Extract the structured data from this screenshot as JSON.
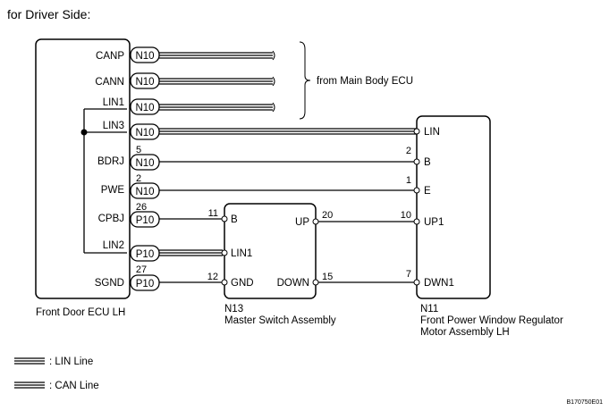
{
  "header": {
    "title": "for Driver Side:"
  },
  "ecu": {
    "name": "Front Door ECU LH",
    "pins": {
      "canp": "CANP",
      "cann": "CANN",
      "lin1": "LIN1",
      "lin3": "LIN3",
      "bdrj": "BDRJ",
      "pwe": "PWE",
      "cpbj": "CPBJ",
      "lin2": "LIN2",
      "sgnd": "SGND"
    },
    "connectors": {
      "n10": "N10",
      "p10": "P10"
    },
    "pin_numbers": {
      "bdrj": "5",
      "pwe": "2",
      "cpbj": "26",
      "sgnd": "27"
    }
  },
  "bus_note": "from Main Body ECU",
  "master_switch": {
    "id": "N13",
    "name": "Master Switch Assembly",
    "pins": {
      "b": "B",
      "lin1": "LIN1",
      "gnd": "GND",
      "up": "UP",
      "down": "DOWN"
    },
    "pin_numbers": {
      "b": "11",
      "gnd": "12",
      "up": "20",
      "down": "15"
    }
  },
  "regulator": {
    "id": "N11",
    "name_line1": "Front Power Window Regulator",
    "name_line2": "Motor Assembly LH",
    "pins": {
      "lin": "LIN",
      "b": "B",
      "e": "E",
      "up1": "UP1",
      "dwn1": "DWN1"
    },
    "pin_numbers": {
      "b": "2",
      "e": "1",
      "up1": "10",
      "dwn1": "7"
    }
  },
  "legend": {
    "lin": ": LIN Line",
    "can": ": CAN Line"
  },
  "figure_code": "B170750E01"
}
